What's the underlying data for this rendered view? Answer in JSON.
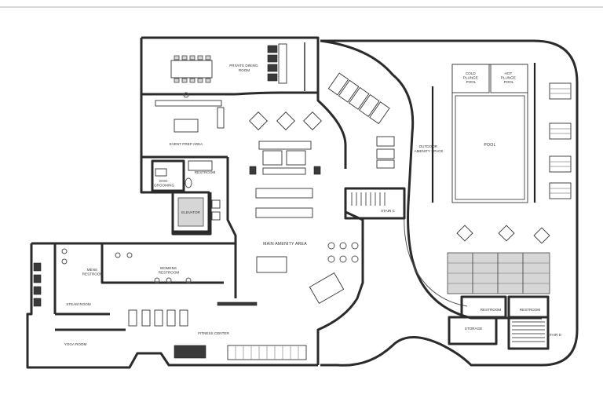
{
  "rooms": {
    "private_dining": [
      "PRIVATE DINING",
      "ROOM"
    ],
    "event_prep": [
      "EVENT PREP AREA"
    ],
    "restroom_upper": [
      "RESTROOM"
    ],
    "dog_grooming": [
      "DOG",
      "GROOMING"
    ],
    "elevator": [
      "ELEVATOR"
    ],
    "main_amenity": [
      "MAIN AMENITY AREA"
    ],
    "stair_c": [
      "STAIR C"
    ],
    "outdoor": [
      "OUTDOOR",
      "AMENITY SPACE"
    ],
    "cold_plunge": [
      "COLD",
      "PLUNGE",
      "POOL"
    ],
    "hot_plunge": [
      "HOT",
      "PLUNGE",
      "POOL"
    ],
    "pool": [
      "POOL"
    ],
    "mens_restroom": [
      "MENS",
      "RESTROOM"
    ],
    "womens_restroom": [
      "WOMENS",
      "RESTROOM"
    ],
    "steam_room": [
      "STEAM ROOM"
    ],
    "yoga_room": [
      "YOGA ROOM"
    ],
    "fitness_center": [
      "FITNESS CENTER"
    ],
    "restroom_out_1": [
      "RESTROOM"
    ],
    "restroom_out_2": [
      "RESTROOM"
    ],
    "storage": [
      "STORAGE"
    ],
    "stair_d": [
      "STAIR D"
    ]
  }
}
